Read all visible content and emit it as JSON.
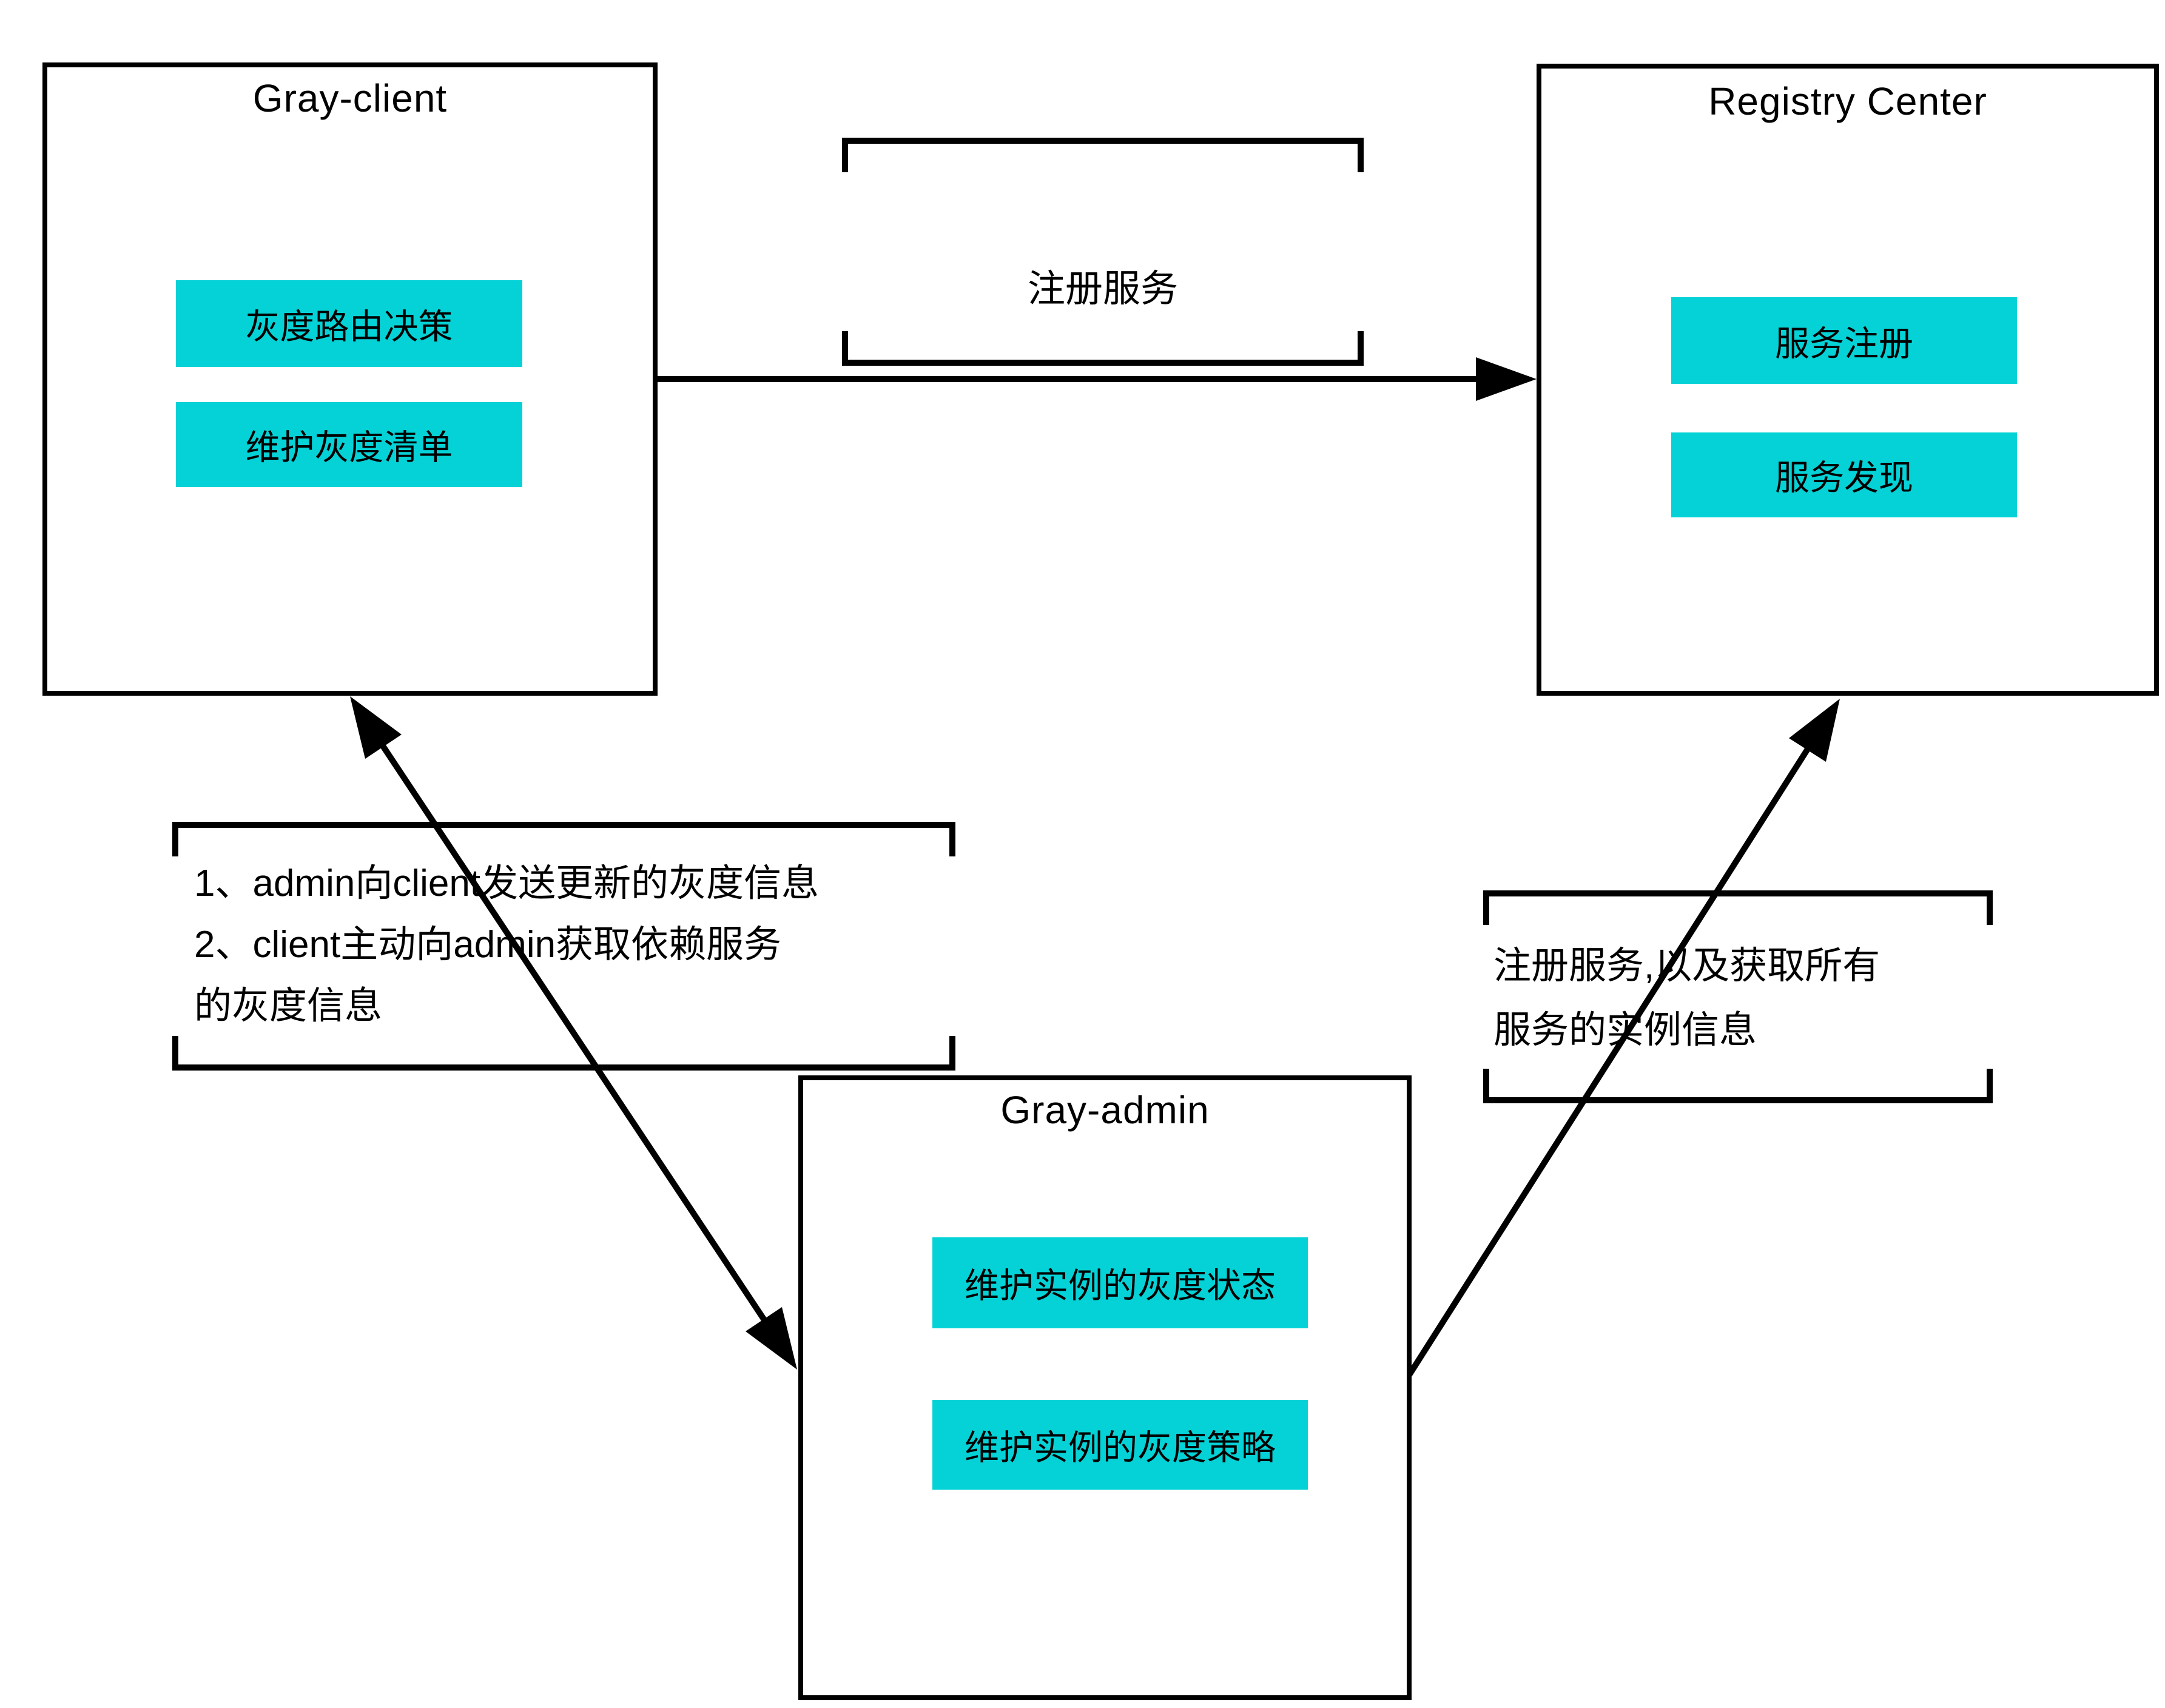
{
  "diagram": {
    "background": "#ffffff",
    "accent_color": "#05d2d6",
    "line_color": "#000000"
  },
  "nodes": [
    {
      "id": "gray-client",
      "title": "Gray-client",
      "items": [
        "灰度路由决策",
        "维护灰度清单"
      ]
    },
    {
      "id": "registry-center",
      "title": "Registry Center",
      "items": [
        "服务注册",
        "服务发现"
      ]
    },
    {
      "id": "gray-admin",
      "title": "Gray-admin",
      "items": [
        "维护实例的灰度状态",
        "维护实例的灰度策略"
      ]
    }
  ],
  "annotations": {
    "register_service_label": "注册服务",
    "client_admin_note": "1、admin向client发送更新的灰度信息\n2、client主动向admin获取依赖服务\n的灰度信息",
    "admin_registry_note": "注册服务,以及获取所有\n服务的实例信息"
  },
  "edges": [
    {
      "from": "gray-client",
      "to": "registry-center",
      "label": "注册服务",
      "direction": "one-way"
    },
    {
      "from": "gray-client",
      "to": "gray-admin",
      "label": "1、admin向client发送更新的灰度信息 2、client主动向admin获取依赖服务的灰度信息",
      "direction": "two-way"
    },
    {
      "from": "gray-admin",
      "to": "registry-center",
      "label": "注册服务,以及获取所有服务的实例信息",
      "direction": "one-way"
    }
  ]
}
